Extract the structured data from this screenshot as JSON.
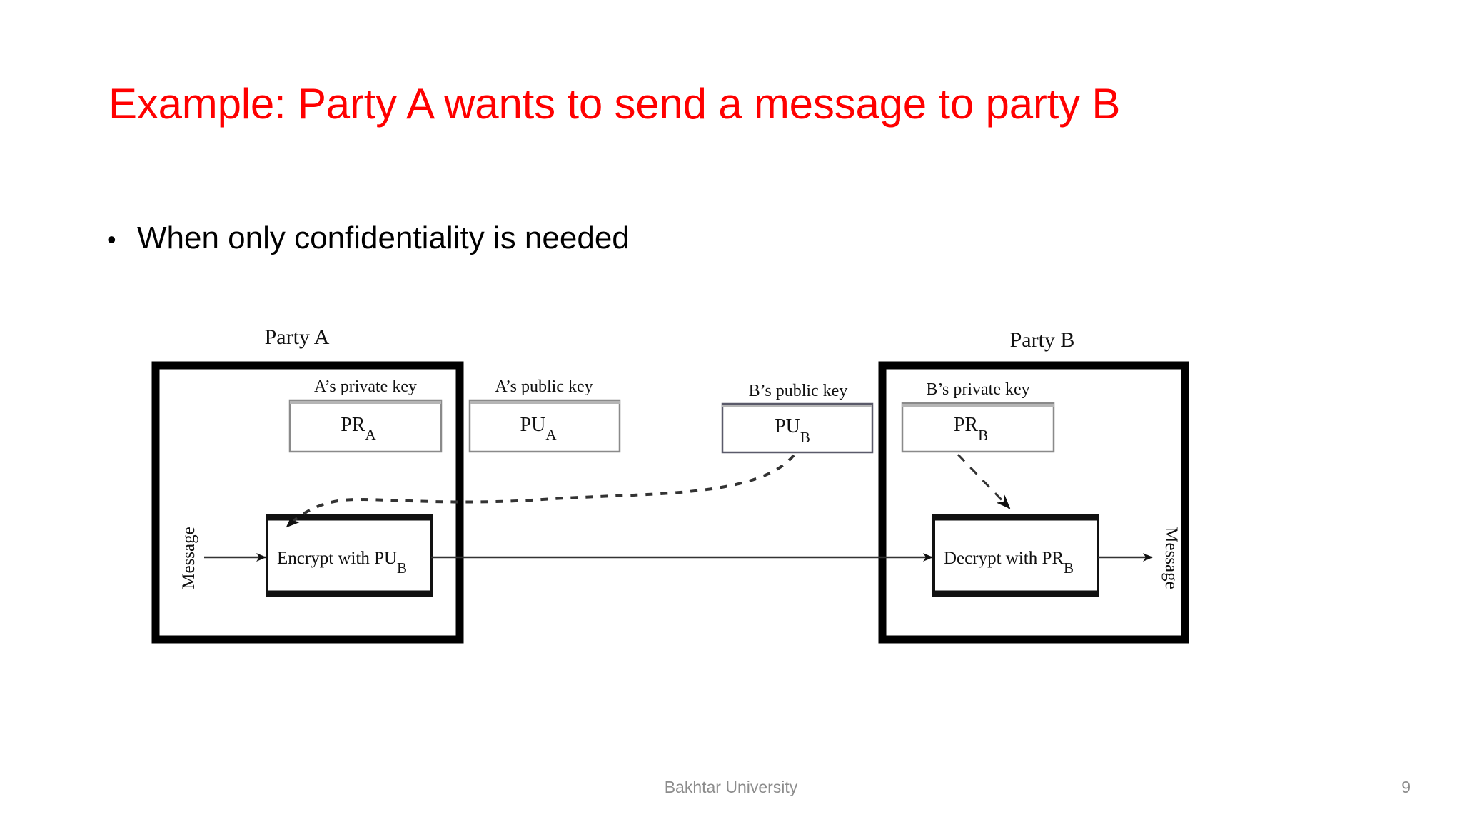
{
  "slide": {
    "title": "Example: Party A wants to send a message to party B",
    "title_color": "#FF0000",
    "bullets": [
      {
        "marker": "•",
        "text": "When only confidentiality is needed"
      }
    ],
    "footer": {
      "organization": "Bakhtar University",
      "page_number": "9",
      "color": "#8C8C8C"
    }
  },
  "diagram": {
    "party_a": {
      "title": "Party A",
      "private_key_label": "A’s private key",
      "private_key_value": "PR",
      "private_key_sub": "A",
      "operation": "Encrypt with PU",
      "operation_sub": "B",
      "input_label": "Message"
    },
    "party_b": {
      "title": "Party B",
      "private_key_label": "B’s private key",
      "private_key_value": "PR",
      "private_key_sub": "B",
      "operation": "Decrypt with PR",
      "operation_sub": "B",
      "output_label": "Message"
    },
    "public_keys": [
      {
        "label": "A’s public key",
        "value": "PU",
        "sub": "A"
      },
      {
        "label": "B’s public key",
        "value": "PU",
        "sub": "B"
      }
    ],
    "colors": {
      "party_border": "#000000",
      "key_box_border": "#808080",
      "op_box_border": "#000000",
      "line": "#333333",
      "dashed_line": "#444444"
    }
  }
}
